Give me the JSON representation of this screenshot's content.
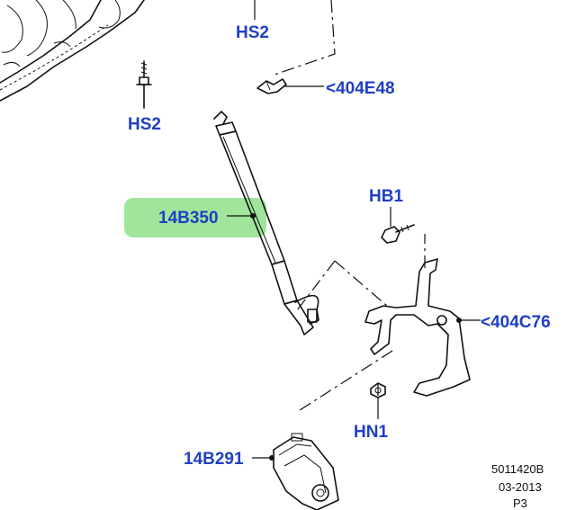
{
  "colors": {
    "callout_text": "#1f3fc4",
    "highlight_fill": "#8fe08a",
    "line": "#111111",
    "background": "#ffffff"
  },
  "callouts": {
    "hs2_top": "HS2",
    "hs2_left": "HS2",
    "c404e48": "<404E48",
    "c14b350": "14B350",
    "hb1": "HB1",
    "c404c76": "<404C76",
    "hn1": "HN1",
    "c14b291": "14B291"
  },
  "reference": {
    "code": "5011420B",
    "date": "03-2013",
    "page": "P3"
  }
}
